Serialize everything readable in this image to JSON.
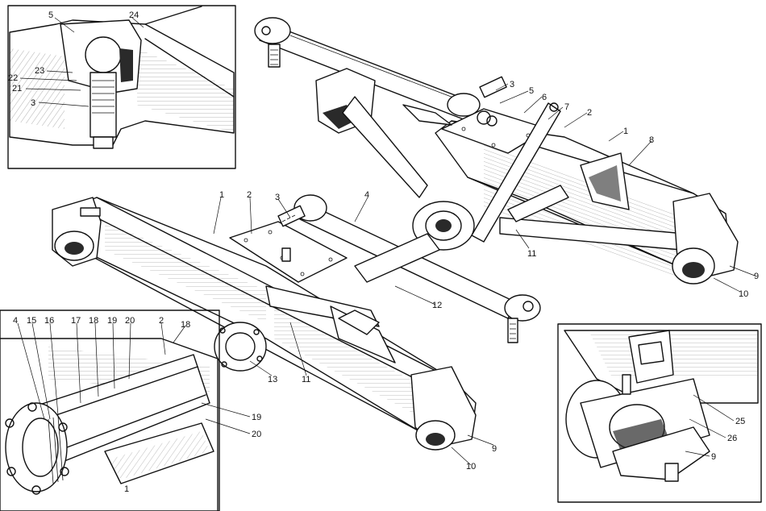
{
  "diagram": {
    "inset_top_left": {
      "labels": [
        "5",
        "24",
        "23",
        "22",
        "21",
        "3"
      ]
    },
    "main_upper": {
      "labels": [
        "3",
        "5",
        "6",
        "7",
        "2",
        "1",
        "8",
        "9",
        "10",
        "11"
      ]
    },
    "main_lower": {
      "labels": [
        "1",
        "2",
        "3",
        "4",
        "12",
        "13",
        "11",
        "9",
        "10"
      ]
    },
    "inset_bottom_left": {
      "labels": [
        "4",
        "15",
        "16",
        "17",
        "18",
        "19",
        "20",
        "2",
        "18",
        "19",
        "20",
        "1"
      ]
    },
    "inset_bottom_right": {
      "labels": [
        "25",
        "26",
        "9"
      ]
    }
  }
}
